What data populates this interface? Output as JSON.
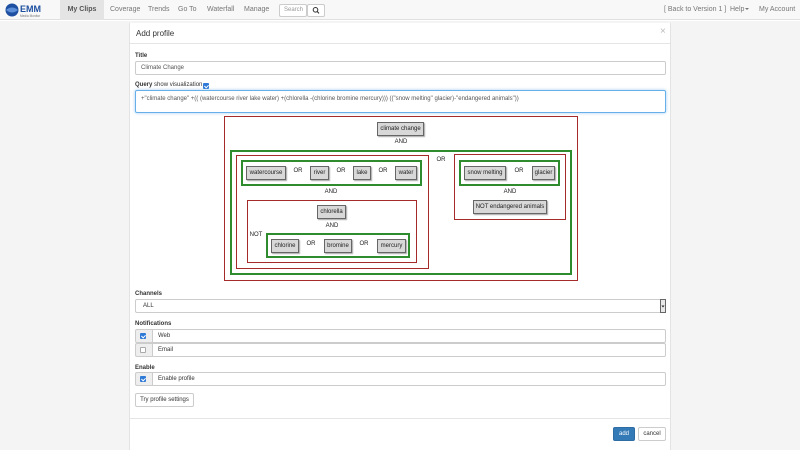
{
  "nav": {
    "logo_text": "EMM",
    "logo_sub": "Media Monitor",
    "tabs": [
      "My Clips",
      "Coverage",
      "Trends",
      "Go To",
      "Waterfall",
      "Manage"
    ],
    "search_placeholder": "Search",
    "back_link": "[ Back to Version 1 ]",
    "help": "Help",
    "account": "My Account"
  },
  "modal": {
    "title": "Add profile",
    "close": "×",
    "title_label": "Title",
    "title_value": "Climate Change",
    "query_label": "Query",
    "show_viz_label": "show visualization",
    "query_value": "+\"climate change\" +(( (watercourse river lake water) +(chlorella -(chlorine bromine mercury))) ((\"snow melting\" glacier)-\"endangered animals\"))",
    "channels_label": "Channels",
    "channels_value": "ALL",
    "notifications_label": "Notifications",
    "notifications": [
      {
        "label": "Web",
        "checked": true
      },
      {
        "label": "Email",
        "checked": false
      }
    ],
    "enable_label": "Enable",
    "enable_profile": {
      "label": "Enable profile",
      "checked": true
    },
    "try_button": "Try profile settings",
    "add_button": "add",
    "cancel_button": "cancel"
  },
  "viz": {
    "climate_change": "climate change",
    "and_top": "AND",
    "or_mid": "OR",
    "left_group": {
      "terms": [
        "watercourse",
        "river",
        "lake",
        "water"
      ],
      "ors": [
        "OR",
        "OR",
        "OR"
      ],
      "and": "AND",
      "chlorella": "chlorella",
      "and2": "AND",
      "not": "NOT",
      "not_terms": [
        "chlorine",
        "bromine",
        "mercury"
      ],
      "not_ors": [
        "OR",
        "OR"
      ]
    },
    "right_group": {
      "terms": [
        "snow melting",
        "glacier"
      ],
      "or": "OR",
      "and": "AND",
      "not_term": "NOT endangered animals"
    }
  },
  "colors": {
    "accent": "#337ab7",
    "and_box": "#a52a2a",
    "or_box": "#2e8b2e"
  }
}
